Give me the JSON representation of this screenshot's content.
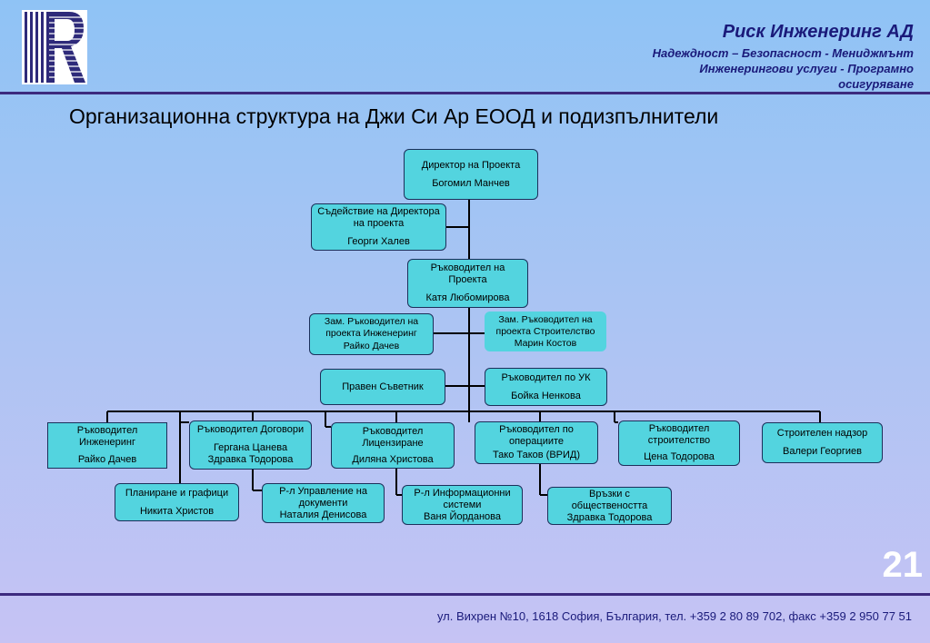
{
  "header": {
    "company": "Риск Инженеринг АД",
    "tagline_lines": [
      "Надеждност – Безопасност - Мениджмънт",
      "Инженерингови услуги - Програмно",
      "осигуряване"
    ]
  },
  "title": "Организационна структура на Джи Си Ар ЕООД и подизпълнители",
  "page_number": "21",
  "footer": "ул. Вихрен №10, 1618 София, България, тел. +359 2 80 89 702, факс +359 2 950 77 51",
  "org": {
    "director": {
      "title": "Директор на Проекта",
      "name": "Богомил Манчев"
    },
    "director_assist": {
      "title": "Съдействие на Директора на проекта",
      "name": "Георги Халев"
    },
    "manager": {
      "title": "Ръководител на Проекта",
      "name": "Катя Любомирова"
    },
    "deputy_eng": {
      "title": "Зам. Ръководител на проекта Инженеринг",
      "name": "Райко Дачев"
    },
    "deputy_con": {
      "title": "Зам. Ръководител на проекта Строителство",
      "name": "Марин Костов"
    },
    "legal": {
      "title": "Правен Съветник"
    },
    "qc": {
      "title": "Ръководител по УК",
      "name": "Бойка Ненкова"
    },
    "row1": [
      {
        "title": "Ръководител Инженеринг",
        "name": "Райко Дачев"
      },
      {
        "title": "Ръководител Договори",
        "name": "Гергана Цанева Здравка Тодорова"
      },
      {
        "title": "Ръководител Лицензиране",
        "name": "Диляна Христова"
      },
      {
        "title": "Ръководител по операциите",
        "name": "Тако Таков (ВРИД)"
      },
      {
        "title": "Ръководител строителство",
        "name": "Цена Тодорова"
      },
      {
        "title": "Строителен надзор",
        "name": "Валери Георгиев"
      }
    ],
    "row2": [
      {
        "title": "Планиране и графици",
        "name": "Никита Христов"
      },
      {
        "title": "Р-л Управление на документи",
        "name": "Наталия Денисова"
      },
      {
        "title": "Р-л Информационни системи",
        "name": "Ваня Йорданова"
      },
      {
        "title": "Връзки с обществеността",
        "name": "Здравка Тодорова"
      }
    ]
  }
}
